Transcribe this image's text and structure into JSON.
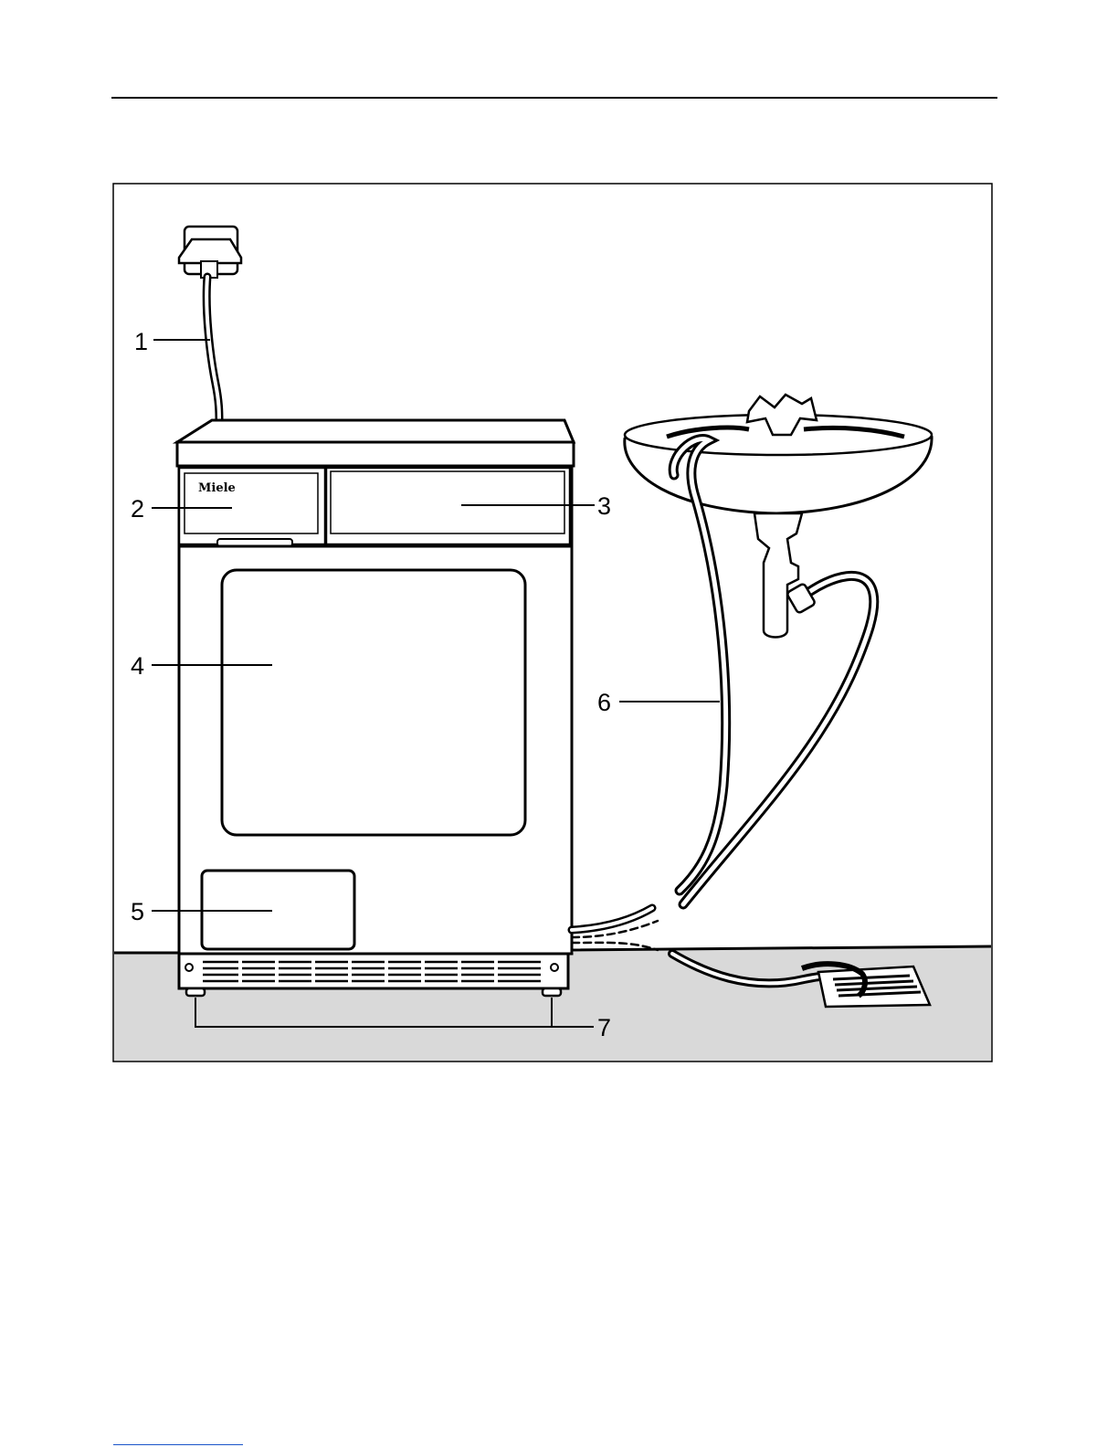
{
  "figure": {
    "brand_logo": "Miele",
    "callouts": [
      {
        "id": "1",
        "label": "1"
      },
      {
        "id": "2",
        "label": "2"
      },
      {
        "id": "3",
        "label": "3"
      },
      {
        "id": "4",
        "label": "4"
      },
      {
        "id": "5",
        "label": "5"
      },
      {
        "id": "6",
        "label": "6"
      },
      {
        "id": "7",
        "label": "7"
      }
    ],
    "floor_color": "#d9d9d9",
    "ink_color": "#000000"
  }
}
